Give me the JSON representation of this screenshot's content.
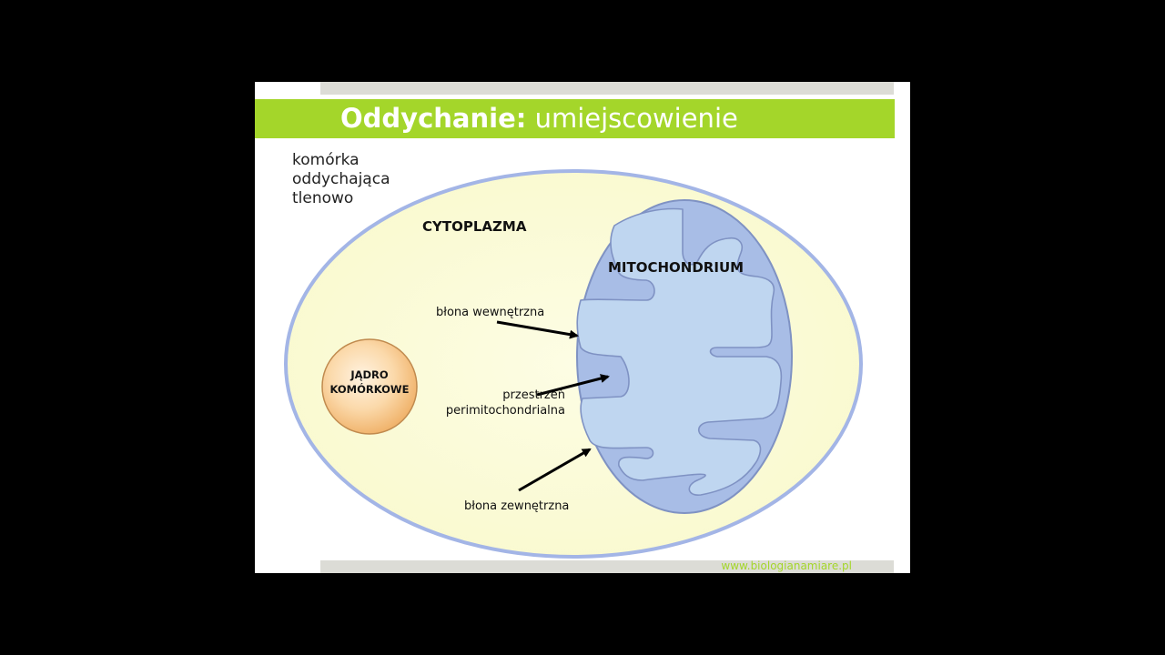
{
  "slide": {
    "title_bold": "Oddychanie:",
    "title_rest": "umiejscowienie",
    "cell_label_lines": [
      "komórka",
      "oddychająca",
      "tlenowo"
    ],
    "footer_url": "www.biologianamiare.pl"
  },
  "diagram": {
    "cytoplasm_label": "CYTOPLAZMA",
    "mitochondrion_label": "MITOCHONDRIUM",
    "nucleus_label_lines": [
      "JĄDRO",
      "KOMÓRKOWE"
    ],
    "inner_membrane_label": "błona wewnętrzna",
    "intermembrane_label_lines": [
      "przestrzeń",
      "perimitochondrialna"
    ],
    "outer_membrane_label": "błona zewnętrzna"
  },
  "colors": {
    "title_bar": "#a4d62a",
    "strip": "#dcdcd6",
    "cytoplasm_fill": "#fcfcd8",
    "cell_membrane": "#a3b5e6",
    "mito_outer": "#a8bde6",
    "mito_matrix": "#bfd6f0",
    "nucleus": "#f5c88f"
  }
}
